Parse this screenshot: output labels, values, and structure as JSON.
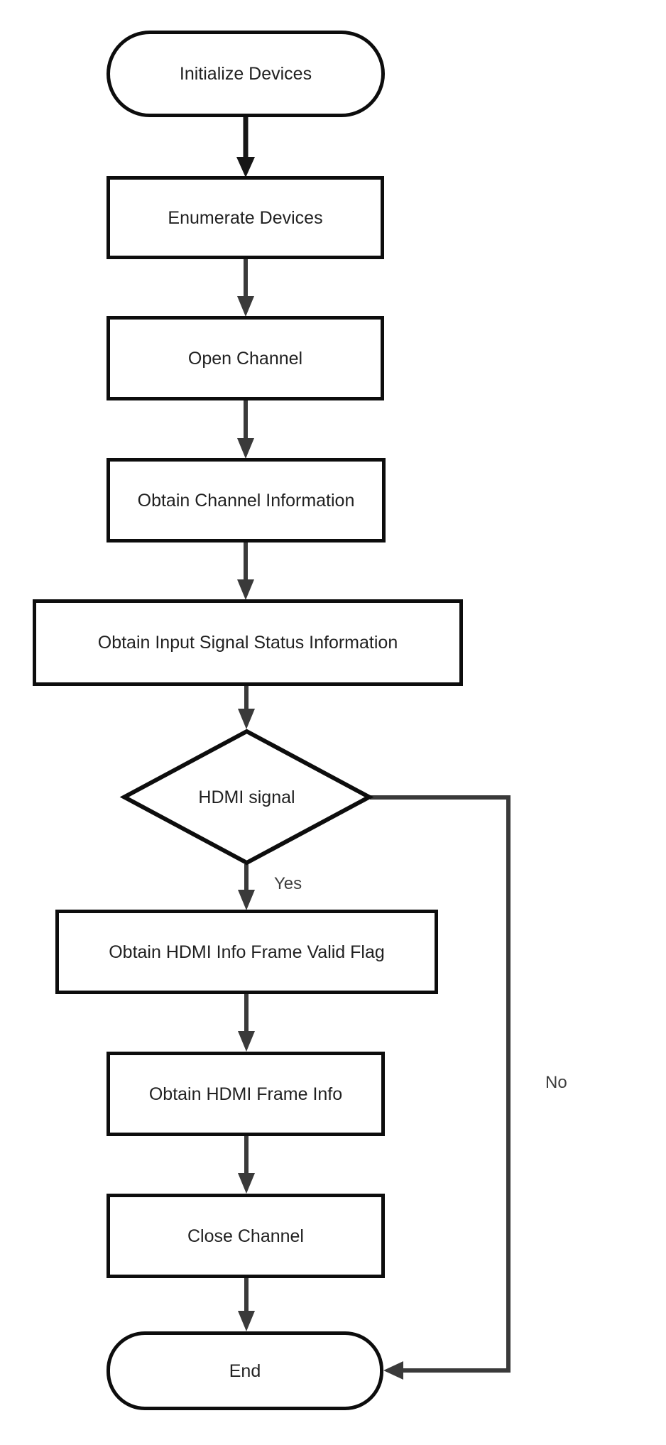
{
  "flowchart": {
    "nodes": [
      {
        "id": "start",
        "type": "terminator",
        "label": "Initialize Devices"
      },
      {
        "id": "enumerate-devices",
        "type": "process",
        "label": "Enumerate Devices"
      },
      {
        "id": "open-channel",
        "type": "process",
        "label": "Open Channel"
      },
      {
        "id": "obtain-channel-info",
        "type": "process",
        "label": "Obtain Channel Information"
      },
      {
        "id": "obtain-input-status",
        "type": "process",
        "label": "Obtain Input Signal Status Information"
      },
      {
        "id": "hdmi-signal",
        "type": "decision",
        "label": "HDMI signal"
      },
      {
        "id": "obtain-valid-flag",
        "type": "process",
        "label": "Obtain HDMI Info Frame Valid Flag"
      },
      {
        "id": "obtain-frame-info",
        "type": "process",
        "label": "Obtain HDMI Frame Info"
      },
      {
        "id": "close-channel",
        "type": "process",
        "label": "Close Channel"
      },
      {
        "id": "end",
        "type": "terminator",
        "label": "End"
      }
    ],
    "edges": [
      {
        "from": "start",
        "to": "enumerate-devices",
        "label": ""
      },
      {
        "from": "enumerate-devices",
        "to": "open-channel",
        "label": ""
      },
      {
        "from": "open-channel",
        "to": "obtain-channel-info",
        "label": ""
      },
      {
        "from": "obtain-channel-info",
        "to": "obtain-input-status",
        "label": ""
      },
      {
        "from": "obtain-input-status",
        "to": "hdmi-signal",
        "label": ""
      },
      {
        "from": "hdmi-signal",
        "to": "obtain-valid-flag",
        "label": "Yes"
      },
      {
        "from": "hdmi-signal",
        "to": "end",
        "label": "No"
      },
      {
        "from": "obtain-valid-flag",
        "to": "obtain-frame-info",
        "label": ""
      },
      {
        "from": "obtain-frame-info",
        "to": "close-channel",
        "label": ""
      },
      {
        "from": "close-channel",
        "to": "end",
        "label": ""
      }
    ],
    "edge_labels": {
      "yes": "Yes",
      "no": "No"
    },
    "colors": {
      "background": "#ffffff",
      "shape_fill": "#ffffff",
      "shape_border": "#0d0d0d",
      "text": "#212121",
      "connector": "#3a3a3a",
      "first_connector": "#161616",
      "label_text": "#3d3d3d"
    }
  }
}
